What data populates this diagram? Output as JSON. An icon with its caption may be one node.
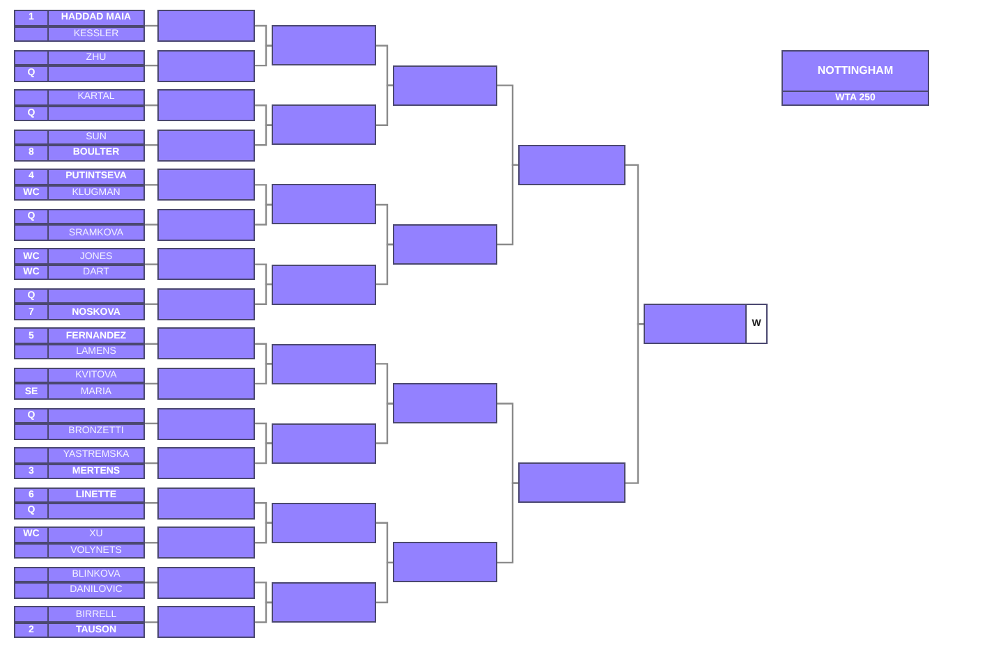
{
  "diagram": {
    "nodes": [
      {
        "text": [],
        "shape": "box"
      },
      {
        "text": [
          "1"
        ],
        "in": 0
      },
      {
        "text": [
          "HADDAD MAIA"
        ],
        "in": 0
      },
      {
        "text": [],
        "shape": "box",
        "in": 0
      },
      {
        "text": [
          "KESSLER"
        ],
        "in": 0
      },
      {
        "text": [],
        "shape": "box"
      },
      {
        "text": [],
        "shape": "box",
        "in": 5
      },
      {
        "text": [
          "ZHU"
        ],
        "in": 5
      },
      {
        "text": [
          "Q"
        ],
        "in": 5
      },
      {
        "text": [],
        "shape": "box",
        "in": 5
      },
      {
        "text": [],
        "shape": "box"
      },
      {
        "text": [],
        "shape": "box",
        "in": 10
      },
      {
        "text": [
          "KARTAL"
        ],
        "in": 10
      },
      {
        "text": [
          "Q"
        ],
        "in": 10
      },
      {
        "text": [],
        "shape": "box",
        "in": 10
      },
      {
        "text": [],
        "shape": "box"
      },
      {
        "text": [],
        "shape": "box",
        "in": 15
      },
      {
        "text": [
          "SUN"
        ],
        "in": 15
      },
      {
        "text": [
          "8"
        ],
        "in": 15
      },
      {
        "text": [
          "BOULTER"
        ],
        "in": 15
      },
      {
        "text": [],
        "shape": "box"
      },
      {
        "text": [
          "4"
        ],
        "in": 20
      },
      {
        "text": [
          "PUTINTSEVA"
        ],
        "in": 20
      },
      {
        "text": [
          "WC"
        ],
        "in": 20
      },
      {
        "text": [
          "KLUGMAN"
        ],
        "in": 20
      },
      {
        "text": [],
        "shape": "box"
      },
      {
        "text": [
          "Q"
        ],
        "in": 25
      },
      {
        "text": [],
        "shape": "box",
        "in": 25
      },
      {
        "text": [],
        "shape": "box",
        "in": 25
      },
      {
        "text": [
          "SRAMKOVA"
        ],
        "in": 25
      },
      {
        "text": [],
        "shape": "box"
      },
      {
        "text": [
          "WC"
        ],
        "in": 30
      },
      {
        "text": [
          "JONES"
        ],
        "in": 30
      },
      {
        "text": [
          "WC"
        ],
        "in": 30
      },
      {
        "text": [
          "DART"
        ],
        "in": 30
      },
      {
        "text": [],
        "shape": "box"
      },
      {
        "text": [
          "Q"
        ],
        "in": 35
      },
      {
        "text": [],
        "shape": "box",
        "in": 35
      },
      {
        "text": [
          "7"
        ],
        "in": 35
      },
      {
        "text": [
          "NOSKOVA"
        ],
        "in": 35
      },
      {
        "text": [],
        "shape": "box"
      },
      {
        "text": [
          "5"
        ],
        "in": 40
      },
      {
        "text": [
          "FERNANDEZ"
        ],
        "in": 40
      },
      {
        "text": [],
        "shape": "box",
        "in": 40
      },
      {
        "text": [
          "LAMENS"
        ],
        "in": 40
      },
      {
        "text": [],
        "shape": "box"
      },
      {
        "text": [],
        "shape": "box",
        "in": 45
      },
      {
        "text": [
          "KVITOVA"
        ],
        "in": 45
      },
      {
        "text": [
          "SE"
        ],
        "in": 45
      },
      {
        "text": [
          "MARIA"
        ],
        "in": 45
      },
      {
        "text": [],
        "shape": "box"
      },
      {
        "text": [
          "Q"
        ],
        "in": 50
      },
      {
        "text": [],
        "shape": "box",
        "in": 50
      },
      {
        "text": [],
        "shape": "box",
        "in": 50
      },
      {
        "text": [
          "BRONZETTI"
        ],
        "in": 50
      },
      {
        "text": [],
        "shape": "box"
      },
      {
        "text": [],
        "shape": "box",
        "in": 55
      },
      {
        "text": [
          "YASTREMSKA"
        ],
        "in": 55
      },
      {
        "text": [
          "3"
        ],
        "in": 55
      },
      {
        "text": [
          "MERTENS"
        ],
        "in": 55
      },
      {
        "text": [],
        "shape": "box"
      },
      {
        "text": [
          "6"
        ],
        "in": 60
      },
      {
        "text": [
          "LINETTE"
        ],
        "in": 60
      },
      {
        "text": [
          "Q"
        ],
        "in": 60
      },
      {
        "text": [],
        "shape": "box",
        "in": 60
      },
      {
        "text": [],
        "shape": "box"
      },
      {
        "text": [
          "WC"
        ],
        "in": 65
      },
      {
        "text": [
          "XU"
        ],
        "in": 65
      },
      {
        "text": [],
        "shape": "box",
        "in": 65
      },
      {
        "text": [
          "VOLYNETS"
        ],
        "in": 65
      },
      {
        "text": [],
        "shape": "box"
      },
      {
        "text": [],
        "shape": "box",
        "in": 70
      },
      {
        "text": [
          "BLINKOVA"
        ],
        "in": 70
      },
      {
        "text": [],
        "shape": "box",
        "in": 70
      },
      {
        "text": [
          "DANILOVIC"
        ],
        "in": 70
      },
      {
        "text": [],
        "shape": "box"
      },
      {
        "text": [],
        "shape": "box",
        "in": 75
      },
      {
        "text": [
          "BIRRELL"
        ],
        "in": 75
      },
      {
        "text": [
          "2"
        ],
        "in": 75
      },
      {
        "text": [
          "TAUSON"
        ],
        "in": 75
      },
      {
        "text": [],
        "shape": "box"
      },
      {
        "text": [],
        "shape": "box"
      },
      {
        "text": [],
        "shape": "box"
      },
      {
        "text": [],
        "shape": "box"
      },
      {
        "text": [],
        "shape": "box"
      },
      {
        "text": [],
        "shape": "box"
      },
      {
        "text": [],
        "shape": "box"
      },
      {
        "text": [],
        "shape": "box"
      },
      {
        "text": [],
        "shape": "box"
      },
      {
        "text": [],
        "shape": "box"
      },
      {
        "text": [],
        "shape": "box"
      },
      {
        "text": [],
        "shape": "box"
      },
      {
        "text": [],
        "shape": "box"
      },
      {
        "text": [],
        "shape": "box"
      },
      {
        "text": [],
        "shape": "box"
      },
      {
        "text": [],
        "shape": "box"
      },
      {
        "text": [],
        "shape": "box"
      },
      {
        "text": [],
        "shape": "box"
      },
      {
        "text": [],
        "shape": "box"
      },
      {
        "text": [],
        "shape": "box"
      },
      {
        "text": [],
        "shape": "box"
      },
      {
        "text": [],
        "shape": "box"
      },
      {
        "text": [],
        "shape": "box"
      },
      {
        "text": [],
        "shape": "box"
      },
      {
        "text": [],
        "shape": "box"
      },
      {
        "text": [],
        "shape": "box"
      },
      {
        "text": [],
        "shape": "box"
      },
      {
        "text": [],
        "shape": "box"
      },
      {
        "text": [],
        "shape": "box"
      },
      {
        "text": [],
        "shape": "box"
      },
      {
        "text": [],
        "shape": "box"
      },
      {
        "text": [
          "W"
        ]
      },
      {
        "text": [
          "NOTTINGHAM",
          "WTA 250"
        ]
      }
    ],
    "edges": [
      {
        "from": 0,
        "to": 80,
        "arrow": "none"
      },
      {
        "from": 5,
        "to": 81,
        "arrow": "none"
      },
      {
        "from": 10,
        "to": 82,
        "arrow": "none"
      },
      {
        "from": 15,
        "to": 83,
        "arrow": "none"
      },
      {
        "from": 20,
        "to": 84,
        "arrow": "none"
      },
      {
        "from": 25,
        "to": 85,
        "arrow": "none"
      },
      {
        "from": 30,
        "to": 86,
        "arrow": "none"
      },
      {
        "from": 35,
        "to": 87,
        "arrow": "none"
      },
      {
        "from": 40,
        "to": 88,
        "arrow": "none"
      },
      {
        "from": 45,
        "to": 89,
        "arrow": "none"
      },
      {
        "from": 50,
        "to": 90,
        "arrow": "none"
      },
      {
        "from": 55,
        "to": 91,
        "arrow": "none"
      },
      {
        "from": 60,
        "to": 92,
        "arrow": "none"
      },
      {
        "from": 65,
        "to": 93,
        "arrow": "none"
      },
      {
        "from": 70,
        "to": 94,
        "arrow": "none"
      },
      {
        "from": 75,
        "to": 95,
        "arrow": "none"
      },
      {
        "from": 80,
        "to": 96,
        "arrow": "none"
      },
      {
        "from": 81,
        "to": 96,
        "arrow": "none"
      },
      {
        "from": 82,
        "to": 97,
        "arrow": "none"
      },
      {
        "from": 83,
        "to": 97,
        "arrow": "none"
      },
      {
        "from": 84,
        "to": 98,
        "arrow": "none"
      },
      {
        "from": 85,
        "to": 98,
        "arrow": "none"
      },
      {
        "from": 86,
        "to": 99,
        "arrow": "none"
      },
      {
        "from": 87,
        "to": 99,
        "arrow": "none"
      },
      {
        "from": 88,
        "to": 100,
        "arrow": "none"
      },
      {
        "from": 89,
        "to": 100,
        "arrow": "none"
      },
      {
        "from": 90,
        "to": 101,
        "arrow": "none"
      },
      {
        "from": 91,
        "to": 101,
        "arrow": "none"
      },
      {
        "from": 92,
        "to": 102,
        "arrow": "none"
      },
      {
        "from": 93,
        "to": 102,
        "arrow": "none"
      },
      {
        "from": 94,
        "to": 103,
        "arrow": "none"
      },
      {
        "from": 95,
        "to": 103,
        "arrow": "none"
      },
      {
        "from": 96,
        "to": 104,
        "arrow": "none"
      },
      {
        "from": 97,
        "to": 104,
        "arrow": "none"
      },
      {
        "from": 98,
        "to": 105,
        "arrow": "none"
      },
      {
        "from": 99,
        "to": 105,
        "arrow": "none"
      },
      {
        "from": 100,
        "to": 106,
        "arrow": "none"
      },
      {
        "from": 101,
        "to": 106,
        "arrow": "none"
      },
      {
        "from": 102,
        "to": 107,
        "arrow": "none"
      },
      {
        "from": 103,
        "to": 107,
        "arrow": "none"
      },
      {
        "from": 104,
        "to": 108,
        "arrow": "none"
      },
      {
        "from": 105,
        "to": 108,
        "arrow": "none"
      },
      {
        "from": 106,
        "to": 109,
        "arrow": "none"
      },
      {
        "from": 107,
        "to": 109,
        "arrow": "none"
      },
      {
        "from": 108,
        "to": 110,
        "arrow": "none"
      },
      {
        "from": 109,
        "to": 110,
        "arrow": "none"
      }
    ]
  }
}
